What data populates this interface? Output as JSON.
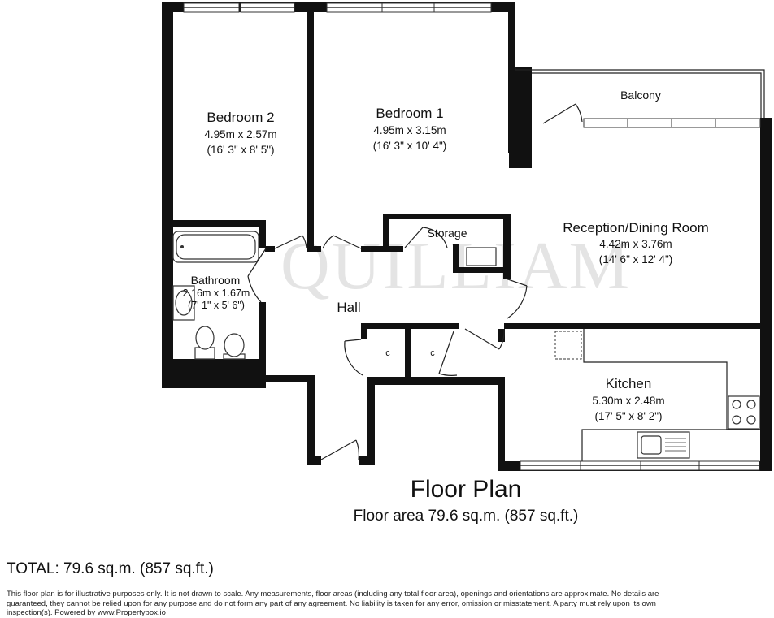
{
  "watermark": "QUILLIAM",
  "rooms": {
    "bedroom2": {
      "name": "Bedroom 2",
      "metric": "4.95m x 2.57m",
      "imperial": "(16' 3\" x 8' 5\")"
    },
    "bedroom1": {
      "name": "Bedroom 1",
      "metric": "4.95m x 3.15m",
      "imperial": "(16' 3\" x 10' 4\")"
    },
    "balcony": {
      "name": "Balcony"
    },
    "storage": {
      "name": "Storage"
    },
    "reception": {
      "name": "Reception/Dining Room",
      "metric": "4.42m x 3.76m",
      "imperial": "(14' 6\" x 12' 4\")"
    },
    "bathroom": {
      "name": "Bathroom",
      "metric": "2.16m x 1.67m",
      "imperial": "(7' 1\" x 5' 6\")"
    },
    "hall": {
      "name": "Hall"
    },
    "cupboard_left": {
      "name": "c"
    },
    "cupboard_right": {
      "name": "c"
    },
    "kitchen": {
      "name": "Kitchen",
      "metric": "5.30m x 2.48m",
      "imperial": "(17' 5\" x 8' 2\")"
    }
  },
  "plan_title": "Floor Plan",
  "floor_area": "Floor area 79.6 sq.m. (857 sq.ft.)",
  "total": "TOTAL: 79.6 sq.m. (857 sq.ft.)",
  "disclaimer": "This floor plan is for illustrative purposes only. It is not drawn to scale. Any measurements, floor areas (including any total floor area), openings and orientations are approximate. No details are guaranteed, they cannot be relied upon for any purpose and do not form any part of any agreement. No liability is taken for any error, omission or misstatement. A party must rely upon its own inspection(s). Powered by www.Propertybox.io"
}
